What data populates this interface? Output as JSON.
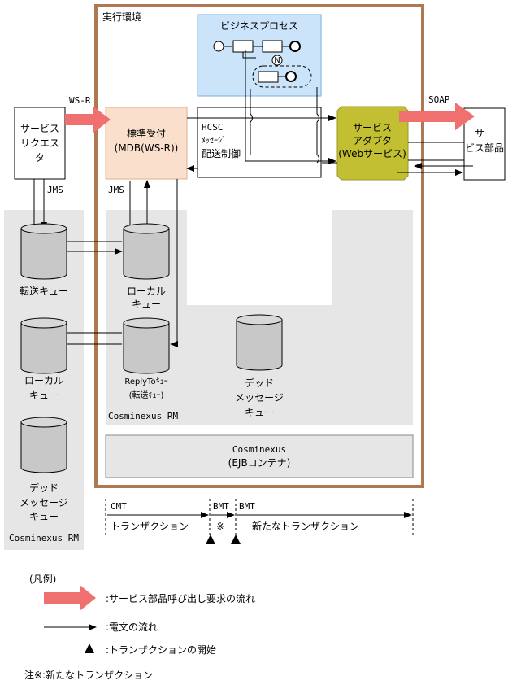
{
  "colors": {
    "env_border": "#b07850",
    "gray_area": "#e6e6e6",
    "business_process": "#cce4fa",
    "standard_receiver": "#fae0cc",
    "service_adapter": "#c2c032",
    "request_arrow": "#f07070"
  },
  "service_requester": {
    "line1": "サービス",
    "line2": "リクエス",
    "line3": "タ"
  },
  "service_component": {
    "line1": "サー",
    "line2": "ビス部品"
  },
  "execution_env": {
    "title": "実行環境"
  },
  "business_process": {
    "title": "ビジネスプロセス",
    "icon_label": "N"
  },
  "standard_receiver": {
    "line1": "標準受付",
    "line2": "(MDB(WS-R))"
  },
  "hcsc": {
    "line1": "HCSC",
    "line2": "ﾒｯｾｰｼﾞ",
    "line3": "配送制御"
  },
  "service_adapter": {
    "line1": "サービス",
    "line2": "アダプタ",
    "line3": "(Webサービス)"
  },
  "protocols": {
    "ws_r": "WS-R",
    "soap": "SOAP",
    "jms_left": "JMS",
    "jms_center": "JMS"
  },
  "queues": {
    "transfer_queue": "転送キュー",
    "left_local_queue": {
      "line1": "ローカル",
      "line2": "キュー"
    },
    "left_dead_letter": {
      "line1": "デッド",
      "line2": "メッセージ",
      "line3": "キュー"
    },
    "center_local_queue": {
      "line1": "ローカル",
      "line2": "キュー"
    },
    "replyto_queue": {
      "line1": "ReplyToｷｭｰ",
      "line2": "(転送ｷｭｰ)"
    },
    "center_dead_letter": {
      "line1": "デッド",
      "line2": "メッセージ",
      "line3": "キュー"
    }
  },
  "rm_labels": {
    "left": "Cosminexus RM",
    "center": "Cosminexus RM"
  },
  "ejb_container": {
    "line1": "Cosminexus",
    "line2": "(EJBコンテナ)"
  },
  "transactions": {
    "cmt": "CMT",
    "bmt1": "BMT",
    "bmt2": "BMT",
    "transaction": "トランザクション",
    "note_mark": "※",
    "new_transaction": "新たなトランザクション"
  },
  "legend": {
    "title": "(凡例)",
    "request_flow": ":サービス部品呼び出し要求の流れ",
    "message_flow": ":電文の流れ",
    "transaction_start": ":トランザクションの開始",
    "note": "注※:新たなトランザクション"
  }
}
